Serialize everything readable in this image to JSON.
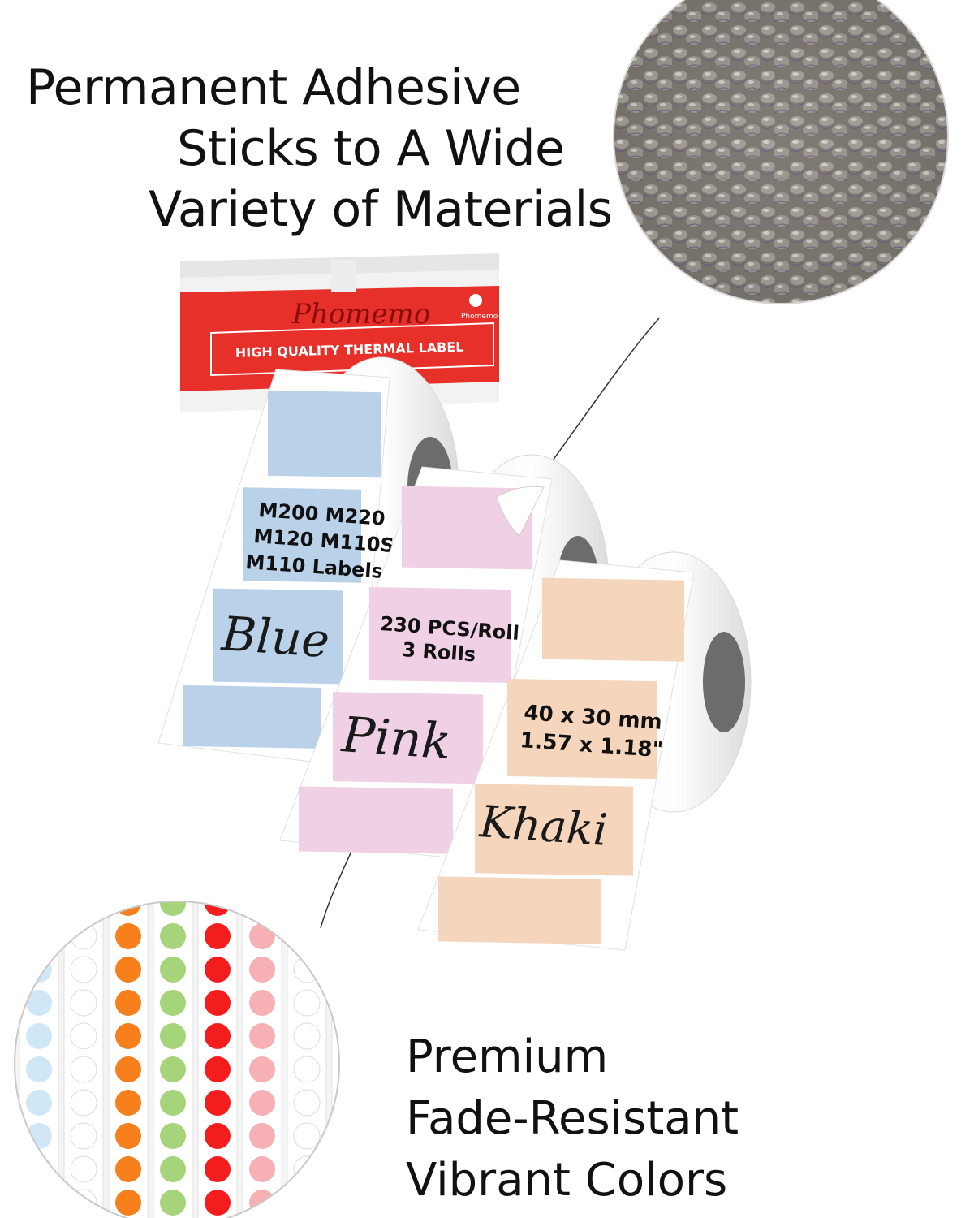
{
  "headline": {
    "line1": "Permanent Adhesive",
    "line2": "Sticks to A Wide",
    "line3": "Variety of Materials"
  },
  "footline": {
    "line1": "Premium",
    "line2": "Fade-Resistant",
    "line3": "Vibrant Colors"
  },
  "box": {
    "brand": "Phomemo",
    "small_brand": "Phomemo",
    "tagline": "HIGH QUALITY THERMAL LABEL",
    "color": "#e8302b"
  },
  "rolls": {
    "blue": {
      "models": [
        "M200 M220",
        "M120 M110S",
        "M110 Labels"
      ],
      "name": "Blue",
      "color": "#b9d2ea"
    },
    "pink": {
      "count": [
        "230 PCS/Roll",
        "3 Rolls"
      ],
      "name": "Pink",
      "color": "#f0d0e5"
    },
    "khaki": {
      "size": [
        "40 x 30 mm",
        "1.57 x 1.18\""
      ],
      "name": "Khaki",
      "color": "#f5d6bd"
    }
  },
  "dot_colors": [
    "#cfe7f7",
    "#ffffff",
    "#f7801c",
    "#a6d47a",
    "#f31d1d",
    "#f7b1b5",
    "#ffffff",
    "#fbe82a"
  ]
}
